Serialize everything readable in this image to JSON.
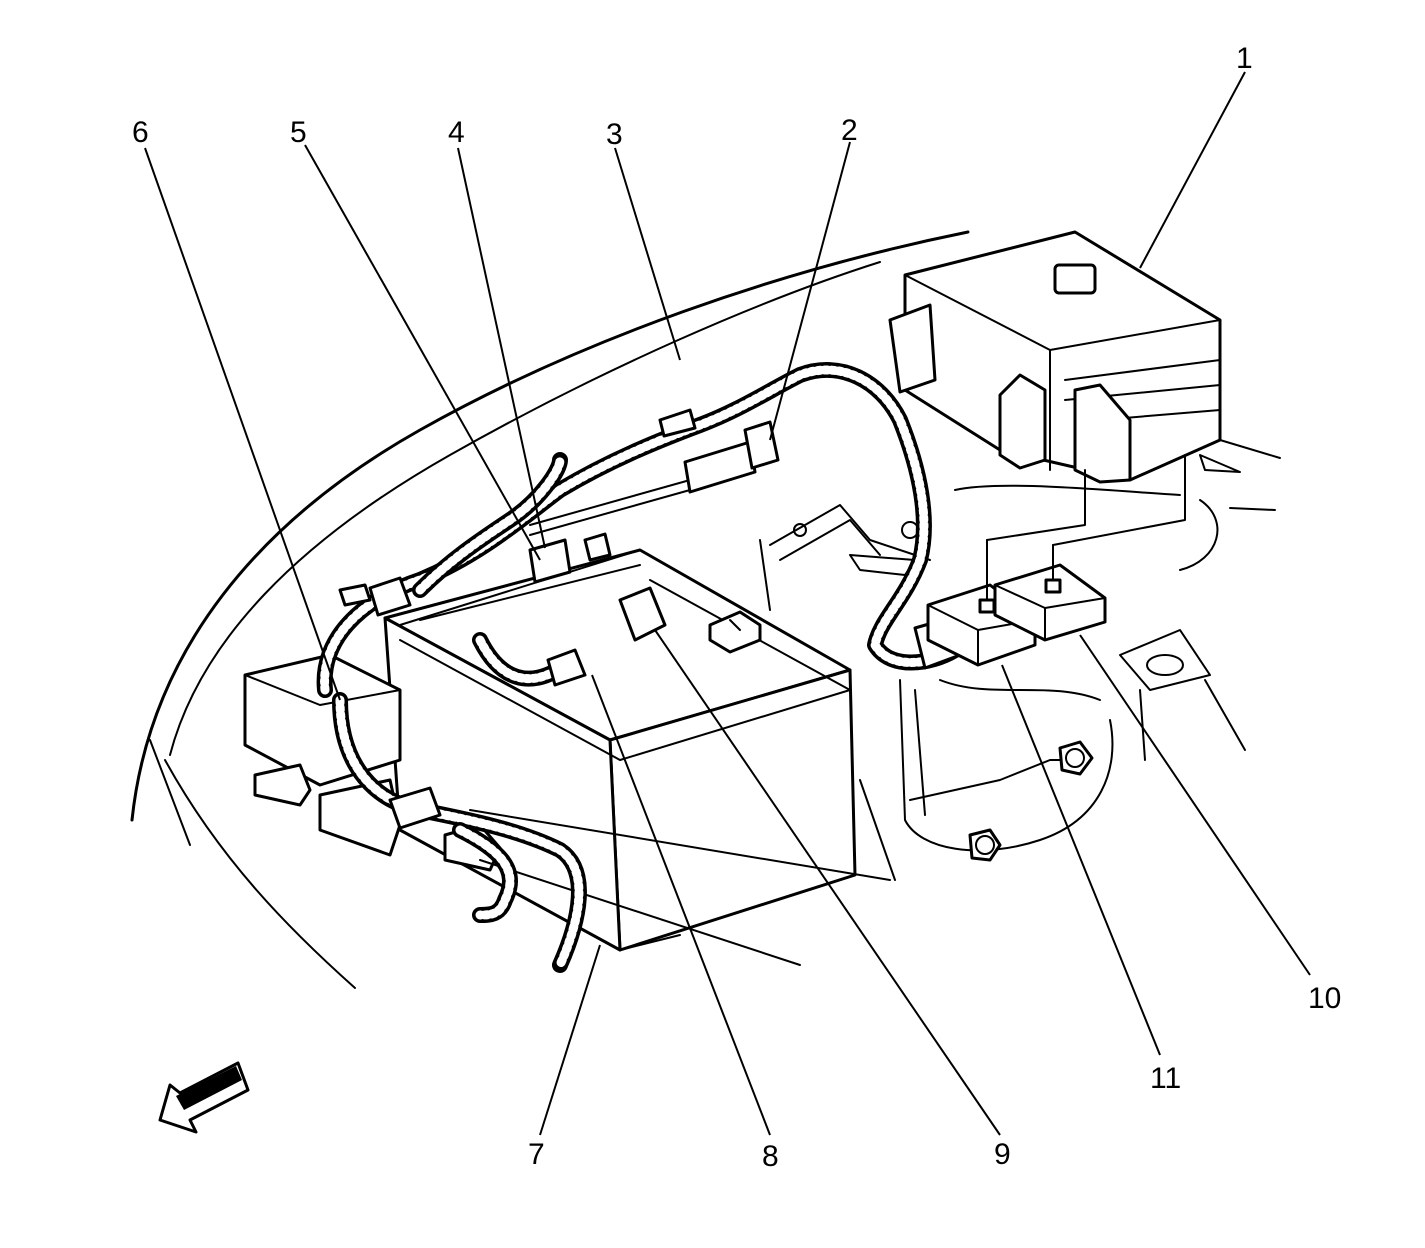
{
  "callouts": [
    {
      "id": "1",
      "label": "1"
    },
    {
      "id": "2",
      "label": "2"
    },
    {
      "id": "3",
      "label": "3"
    },
    {
      "id": "4",
      "label": "4"
    },
    {
      "id": "5",
      "label": "5"
    },
    {
      "id": "6",
      "label": "6"
    },
    {
      "id": "7",
      "label": "7"
    },
    {
      "id": "8",
      "label": "8"
    },
    {
      "id": "9",
      "label": "9"
    },
    {
      "id": "10",
      "label": "10"
    },
    {
      "id": "11",
      "label": "11"
    }
  ],
  "icons": {
    "direction_arrow": "front-direction-arrow-icon"
  },
  "colors": {
    "line": "#000000",
    "background": "#ffffff"
  }
}
